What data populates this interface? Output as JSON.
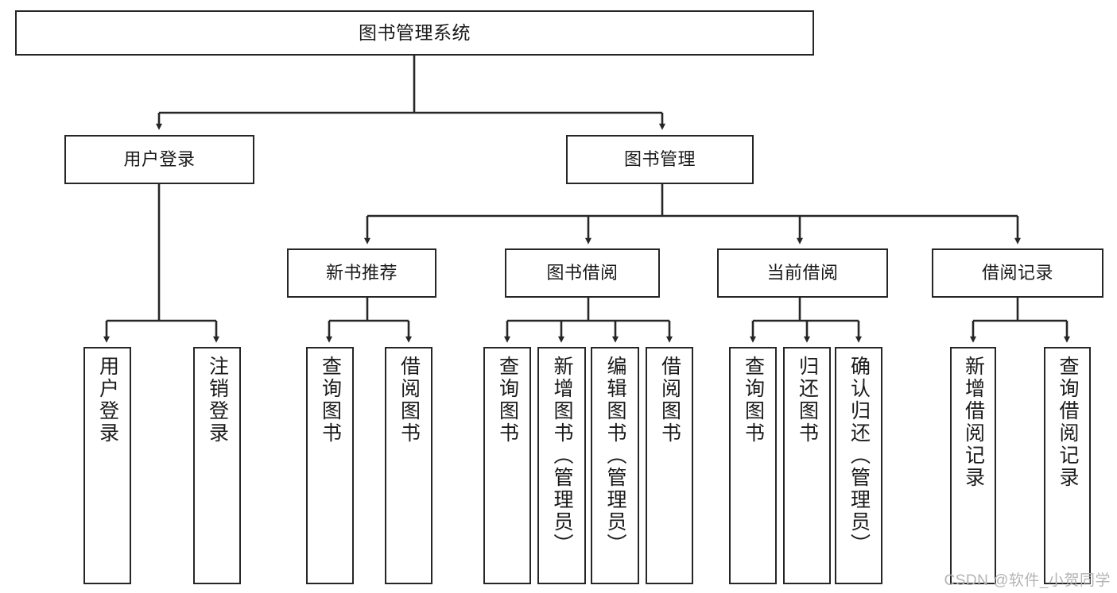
{
  "diagram": {
    "type": "tree",
    "title": "图书管理系统",
    "root": {
      "label": "图书管理系统"
    },
    "level1": [
      {
        "label": "用户登录"
      },
      {
        "label": "图书管理"
      }
    ],
    "level2": [
      {
        "label": "新书推荐"
      },
      {
        "label": "图书借阅"
      },
      {
        "label": "当前借阅"
      },
      {
        "label": "借阅记录"
      }
    ],
    "leaves_user_login": [
      {
        "label": "用户登录"
      },
      {
        "label": "注销登录"
      }
    ],
    "leaves_new_book": [
      {
        "label": "查询图书"
      },
      {
        "label": "借阅图书"
      }
    ],
    "leaves_borrow": [
      {
        "label": "查询图书"
      },
      {
        "label": "新增图书（管理员）"
      },
      {
        "label": "编辑图书（管理员）"
      },
      {
        "label": "借阅图书"
      }
    ],
    "leaves_current": [
      {
        "label": "查询图书"
      },
      {
        "label": "归还图书"
      },
      {
        "label": "确认归还（管理员）"
      }
    ],
    "leaves_records": [
      {
        "label": "新增借阅记录"
      },
      {
        "label": "查询借阅记录"
      }
    ],
    "colors": {
      "stroke": "#262626",
      "background": "#ffffff",
      "text": "#1a1a1a",
      "watermark": "#b4b4b4"
    }
  },
  "watermark": {
    "text": "CSDN @软件_小贺同学"
  }
}
